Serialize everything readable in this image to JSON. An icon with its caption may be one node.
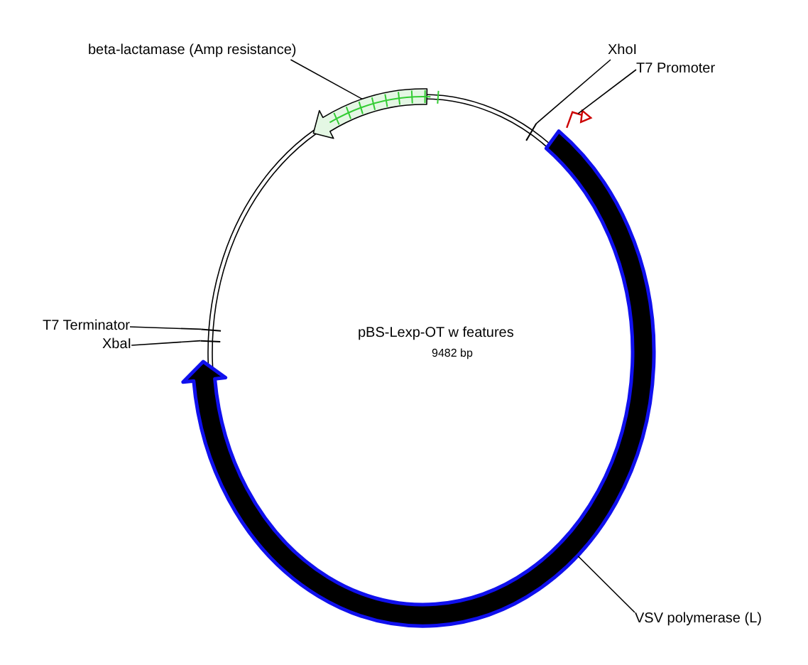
{
  "diagram": {
    "nodes": [
      {
        "text": [
          "beta-lactamase (Amp resistance)"
        ]
      },
      {
        "text": [],
        "shape": "arrow"
      },
      {
        "text": [
          "XhoI"
        ]
      },
      {
        "text": [
          "T7 Promoter"
        ]
      },
      {
        "text": [],
        "shape": "arrow"
      },
      {
        "text": [],
        "shape": "arrow"
      },
      {
        "text": [
          "T7 Terminator"
        ]
      },
      {
        "text": [
          "XbaI"
        ]
      },
      {
        "text": [
          "VSV polymerase (L)"
        ]
      }
    ],
    "edges": [
      {
        "from": 0,
        "to": 1,
        "arrow": "none"
      },
      {
        "from": 2,
        "to": null,
        "arrow": "none"
      },
      {
        "from": 3,
        "to": 4,
        "arrow": "none"
      },
      {
        "from": 6,
        "to": null,
        "arrow": "none"
      },
      {
        "from": 7,
        "to": null,
        "arrow": "none"
      },
      {
        "from": 8,
        "to": 5,
        "arrow": "none"
      }
    ],
    "labels": [
      "pBS-Lexp-OT w features",
      "9482 bp"
    ]
  }
}
